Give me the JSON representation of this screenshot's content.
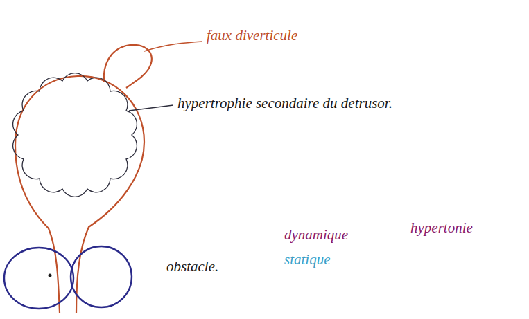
{
  "diagram": {
    "labels": [
      "faux diverticule",
      "hypertrophie secondaire du detrusor.",
      "dynamique",
      "hypertonie",
      "obstacle.",
      "statique"
    ]
  }
}
